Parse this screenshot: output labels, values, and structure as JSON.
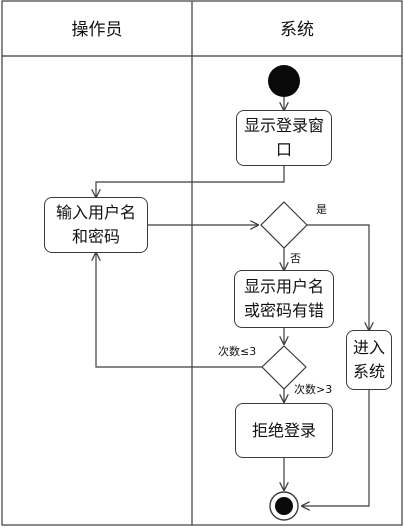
{
  "lanes": {
    "operator": "操作员",
    "system": "系统"
  },
  "nodes": {
    "show_login_window": "显示登录窗\n口",
    "enter_credentials": "输入用户名\n和密码",
    "show_error": "显示用户名\n或密码有错",
    "enter_system": "进入\n系统",
    "deny_login": "拒绝登录"
  },
  "edges": {
    "yes": "是",
    "no": "否",
    "retry": "次数≤3",
    "exceeded": "次数>3"
  },
  "colors": {
    "line": "#3c3c3c",
    "text": "#111111",
    "fill_dark": "#0a0a0a",
    "background": "#ffffff"
  }
}
